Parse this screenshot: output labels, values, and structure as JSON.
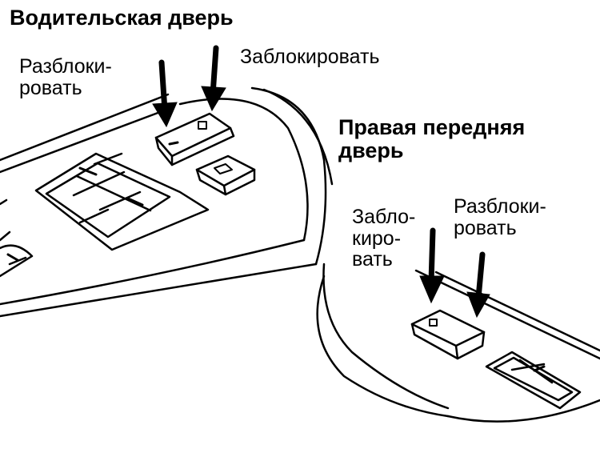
{
  "driver_door": {
    "title": "Водительская дверь",
    "unlock_label": [
      "Разблоки-",
      "ровать"
    ],
    "lock_label": "Заблокировать"
  },
  "right_front_door": {
    "title": [
      "Правая передняя",
      "дверь"
    ],
    "lock_label": [
      "Забло-",
      "киро-",
      "вать"
    ],
    "unlock_label": [
      "Разблоки-",
      "ровать"
    ]
  },
  "colors": {
    "ink": "#000000",
    "paper": "#ffffff"
  }
}
